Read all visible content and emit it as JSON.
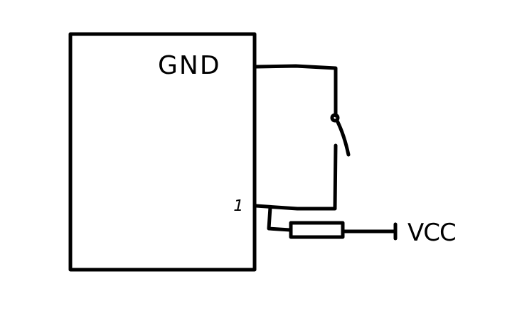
{
  "labels": {
    "gnd": "GND",
    "pin": "1",
    "vcc": "VCC"
  },
  "colors": {
    "stroke": "#000000",
    "background": "#ffffff"
  }
}
